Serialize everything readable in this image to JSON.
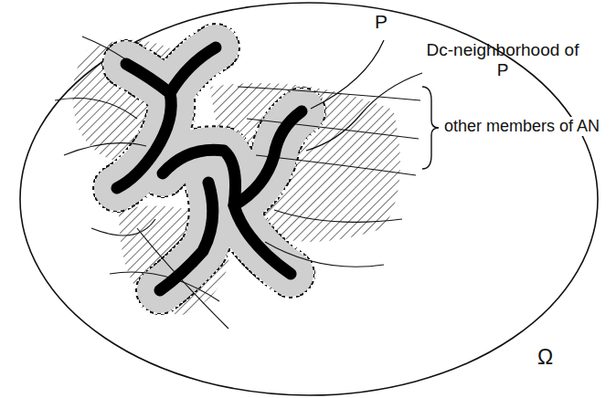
{
  "diagram": {
    "labels": [
      "P",
      "Dc-neighborhood of P",
      "other members of AN",
      "Ω"
    ]
  }
}
